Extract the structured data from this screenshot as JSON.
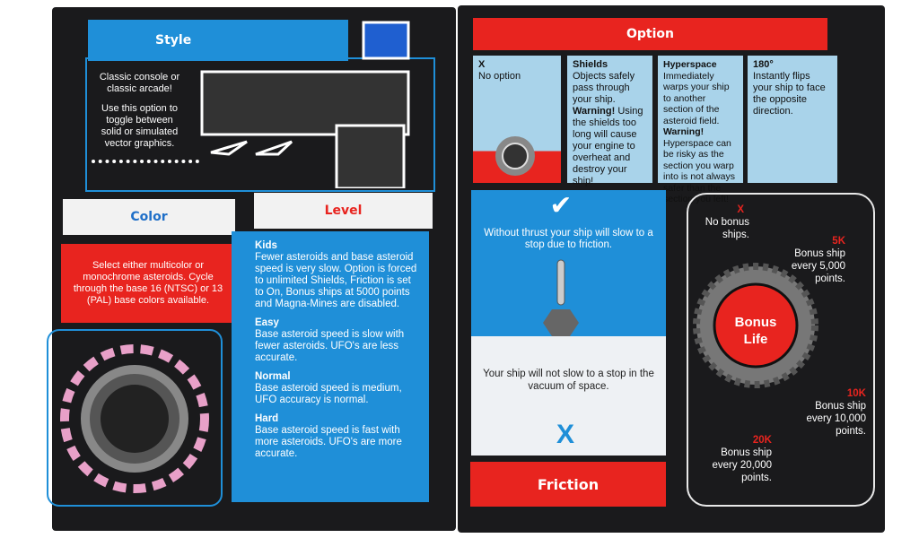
{
  "left_page": {
    "style": {
      "title": "Style",
      "text1": "Classic console or classic arcade!",
      "text2": "Use this option to toggle between solid or simulated vector graphics."
    },
    "color": {
      "title": "Color",
      "text": "Select either multicolor or monochrome asteroids. Cycle through the base 16 (NTSC) or 13 (PAL) base colors available."
    },
    "level": {
      "title": "Level",
      "items": [
        {
          "name": "Kids",
          "desc": "Fewer asteroids and base asteroid speed is very slow. Option is forced to unlimited Shields, Friction is set to On, Bonus ships at 5000 points and Magna-Mines are disabled."
        },
        {
          "name": "Easy",
          "desc": "Base asteroid speed is slow with fewer asteroids. UFO's are less accurate."
        },
        {
          "name": "Normal",
          "desc": "Base asteroid speed is medium, UFO accuracy is normal."
        },
        {
          "name": "Hard",
          "desc": "Base asteroid speed is fast with more asteroids. UFO's are more accurate."
        }
      ]
    }
  },
  "right_page": {
    "option": {
      "title": "Option",
      "panels": [
        {
          "name": "X",
          "desc": "No option"
        },
        {
          "name": "Shields",
          "desc": "Objects safely pass through your ship.",
          "warn": "Warning!",
          "desc2": "Using the shields too long will cause your engine to overheat and destroy your ship!"
        },
        {
          "name": "Hyperspace",
          "desc": "Immediately warps your ship to another section of the asteroid field.",
          "warn": "Warning!",
          "desc2": "Hyperspace can be risky as the section you warp into is not always safer than the section you left!"
        },
        {
          "name": "180°",
          "desc": "Instantly flips your ship to face the opposite direction."
        }
      ]
    },
    "friction": {
      "title": "Friction",
      "on_mark": "✔",
      "on_text": "Without thrust your ship will slow to a stop due to friction.",
      "off_text": "Your ship will not slow to a stop in the vacuum of space.",
      "off_mark": "X"
    },
    "bonus": {
      "dial_label_1": "Bonus",
      "dial_label_2": "Life",
      "settings": [
        {
          "key": "X",
          "desc": "No bonus ships."
        },
        {
          "key": "5K",
          "desc": "Bonus ship every 5,000 points."
        },
        {
          "key": "10K",
          "desc": "Bonus ship every 10,000 points."
        },
        {
          "key": "20K",
          "desc": "Bonus ship every 20,000 points."
        }
      ]
    }
  },
  "colors": {
    "blue": "#1f8fd8",
    "red": "#e8241f",
    "light_blue": "#a9d3ea",
    "black": "#1a1a1c"
  }
}
